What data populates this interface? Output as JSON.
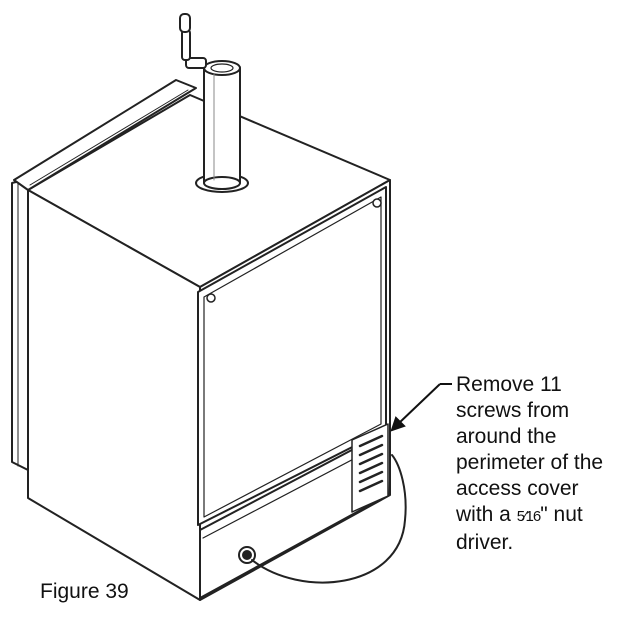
{
  "figure": {
    "caption": "Figure 39"
  },
  "callout": {
    "line1": "Remove 11",
    "line2": "screws from",
    "line3": "around the",
    "line4": "perimeter of the",
    "line5": "access cover",
    "line6_prefix": "with a ",
    "line6_fraction": "5⁄16",
    "line6_suffix": "\" nut",
    "line7": "driver."
  },
  "colors": {
    "stroke": "#222222",
    "fill": "#ffffff"
  }
}
